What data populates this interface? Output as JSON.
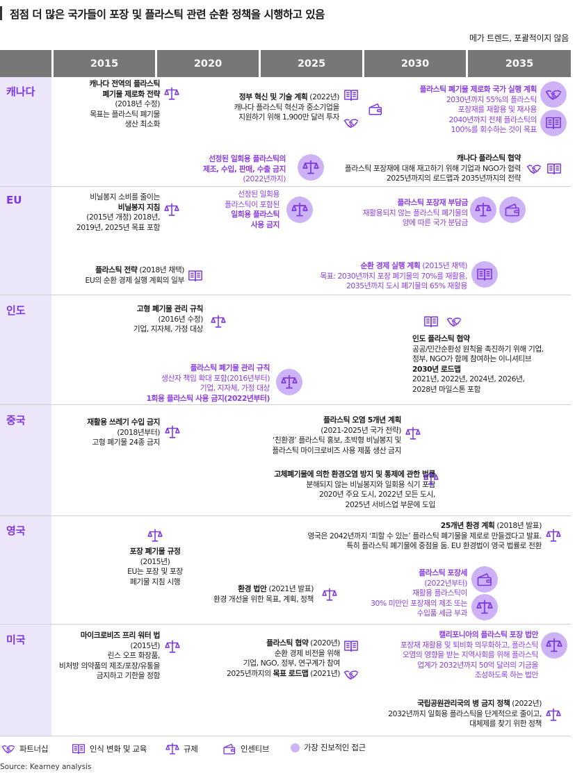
{
  "title": "점점 더 많은 국가들이 포장 및 플라스틱 관련 순환 정책을 시행하고 있음",
  "subtitle": "메가 트렌드, 포괄적이지 않음",
  "years": [
    "2015",
    "2020",
    "2025",
    "2030",
    "2035"
  ],
  "countries": {
    "canada": "캐나다",
    "eu": "EU",
    "india": "인도",
    "china": "중국",
    "uk": "영국",
    "usa": "미국"
  },
  "icon_names": {
    "partnership": "handshake-icon",
    "education": "book-icon",
    "regulation": "scale-icon",
    "incentive": "wallet-icon"
  },
  "colors": {
    "accent": "#7c36e0",
    "highlight_text": "#8b3ee0",
    "circle": "#cdb3f5",
    "lane": "#ece6fb",
    "header": "#777777"
  },
  "canada": {
    "n1": {
      "l1": "캐나다 전역의 플라스틱",
      "l2": "폐기물 제로화 전략",
      "l3": "(2018년 수정)",
      "l4": "목표는 플라스틱 폐기물",
      "l5": "생산 최소화"
    },
    "n2": {
      "l1a": "정부 혁신 및 기술 계획",
      "l1b": " (2022년)",
      "l2": "캐나다 플라스틱 혁신과 중소기업을",
      "l3": "지원하기 위해 1,900만 달러 투자"
    },
    "n3": {
      "l1": "플라스틱 폐기물 제로화 국가 실행 계획",
      "l2": "2030년까지 55%의 플라스틱",
      "l3": "포장재를 재활용 및 재사용",
      "l4": "2040년까지 전체 플라스틱의",
      "l5": "100%를 회수하는 것이 목표"
    },
    "n4": {
      "l1": "선정된 일회용 플라스틱의",
      "l2": "제조, 수입, 판매, 수출 금지",
      "l3": "(2022년까지)"
    },
    "n5": {
      "l1": "캐나다 플라스틱 협약",
      "l2": "플라스틱 포장재에 대해 재고하기 위해 기업과 NGO가 협력",
      "l3": "2025년까지의 로드맵과 2035년까지의 전략"
    }
  },
  "eu": {
    "n1": {
      "l1": "비닐봉지 소비를 줄이는",
      "l2": "비닐봉지 지침",
      "l3": "(2015년 개정) 2018년,",
      "l4": "2019년, 2025년 목표 포함"
    },
    "n2": {
      "l1": "선정된 일회용",
      "l2": "플라스틱이 포함된",
      "l3": "일회용 플라스틱",
      "l4": "사용 금지"
    },
    "n3": {
      "l1": "플라스틱 포장재 부담금",
      "l2": "재활용되지 않는 플라스틱 폐기물의",
      "l3": "양에 따른 국가 분담금"
    },
    "n4": {
      "l1a": "플라스틱 전략",
      "l1b": " (2018년 채택)",
      "l2": "EU의 순환 경제 실행 계획의 일부"
    },
    "n5": {
      "l1a": "순환 경제 실행 계획",
      "l1b": " (2015년 채택)",
      "l2": "목표: 2030년까지 포장 폐기물의 70%를 재활용,",
      "l3": "2035년까지 도시 폐기물의 65% 재활용"
    }
  },
  "india": {
    "n1": {
      "l1": "고형 폐기물 관리 규칙",
      "l2": "(2016년 수정)",
      "l3": "기업, 지자체, 가정 대상"
    },
    "n2": {
      "l1": "인도 플라스틱 협약",
      "l2": "공공/민간순환성 원칙을 촉진하기 위해 기업,",
      "l3": "정부, NGO가 함께 참여하는 이니셔티브",
      "l4": "2030년 로드맵",
      "l5": "2021년, 2022년, 2024년, 2026년,",
      "l6": "2028년 마일스톤 포함"
    },
    "n3": {
      "l1": "플라스틱 폐기물 관리 규칙",
      "l2": "생산자 책임 확대 포함(2016년부터)",
      "l3": "기업, 지자체, 가정 대상",
      "l4": "1회용 플라스틱 사용 금지(2022년부터)"
    }
  },
  "china": {
    "n1": {
      "l1": "재활용 쓰레기 수입 금지",
      "l2": "(2018년부터)",
      "l3": "고형 폐기물 24종 금지"
    },
    "n2": {
      "l1": "플라스틱 오염 5개년 계획",
      "l2": "(2021-2025년 국가 전략)",
      "l3": "‘친환경’ 플라스틱 홍보, 초박형 비닐봉지 및",
      "l4": "플라스틱 마이크로비즈 사용 제품 생산 금지"
    },
    "n3": {
      "l1": "고체폐기물에 의한 환경오염 방지 및 통제에 관한 법률",
      "l2": "분해되지 않는 비닐봉지와 일회용 식기 포함",
      "l3": "2020년 주요 도시, 2022년 모든 도시,",
      "l4": "2025년 서비스업 부문에 도입"
    }
  },
  "uk": {
    "n1": {
      "l1": "포장 폐기물 규정",
      "l2": "(2015년)",
      "l3": "EU는 포장 및 포장",
      "l4": "폐기물 지침 시행"
    },
    "n2": {
      "l1a": "25개년 환경 계획",
      "l1b": " (2018년 발표)",
      "l2": "영국은 2042년까지 ‘피할 수 있는’ 플라스틱 폐기물을 제로로 만들겠다고 발표.",
      "l3": "특히 플라스틱 폐기물에 중점을 둠. EU 환경법이 영국 법률로 전환"
    },
    "n3": {
      "l1a": "환경 법안",
      "l1b": " (2021년 발표)",
      "l2": "환경 개선을 위한 목표, 계획, 정책"
    },
    "n4": {
      "l1": "플라스틱 포장세",
      "l2": "(2022년부터)",
      "l3": "재활용 플라스틱이",
      "l4": "30% 미만인 포장재의 제조 또는",
      "l5": "수입품 세금 부과"
    }
  },
  "usa": {
    "n1": {
      "l1": "마이크로비즈 프리 워터 법",
      "l2": "(2015년)",
      "l3": "린스 오프 화장품,",
      "l4": "비처방 의약품의 제조/포장/유통을",
      "l5": "금지하고 기한을 정함"
    },
    "n2": {
      "l1a": "플라스틱 협약",
      "l1b": " (2020년)",
      "l2": "순환 경제 비전을 위해",
      "l3": "기업, NGO, 정부, 연구계가 참여",
      "l4a": "2025년까지의 ",
      "l4b": "목표 로드맵",
      "l4c": " (2021년)"
    },
    "n3": {
      "l1": "캘리포니아의 플라스틱 포장 법안",
      "l2": "포장재 재활용 및 퇴비화 의무화하고, 플라스틱",
      "l3": "오염의 영향을 받는 지역사회를 위해 플라스틱",
      "l4": "업계가 2032년까지 50억 달러의 기금을",
      "l5": "조성하도록 하는 법안"
    },
    "n4": {
      "l1a": "국립공원관리국의 병 금지 정책",
      "l1b": " (2022년)",
      "l2": "2032년까지 일회용 플라스틱을 단계적으로 줄이고,",
      "l3": "대체제를 찾기 위한 정책"
    }
  },
  "legend": {
    "partnership": "파트너십",
    "education": "인식 변화 및 교육",
    "regulation": "규제",
    "incentive": "인센티브",
    "progressive": "가장 진보적인 접근"
  },
  "source": "Source: Kearney analysis"
}
